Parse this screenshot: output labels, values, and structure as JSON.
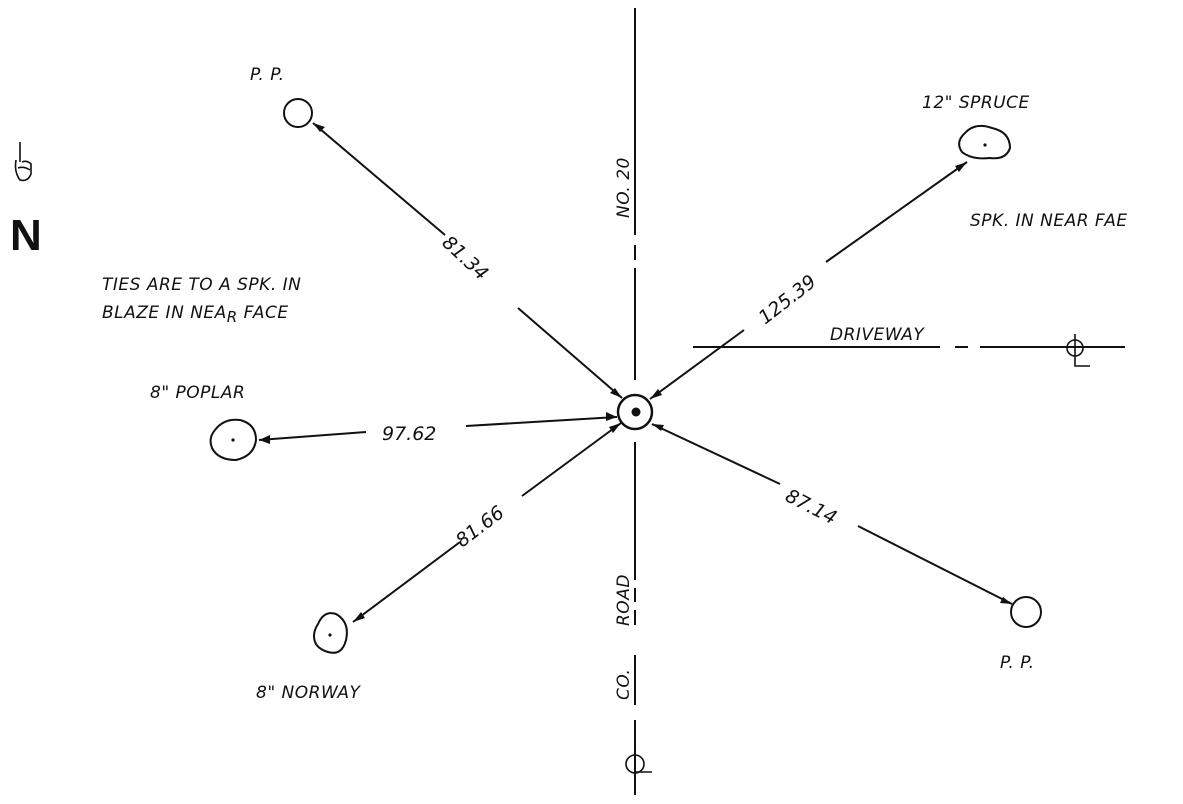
{
  "north": {
    "icon": "pointing-hand-icon",
    "letter": "N"
  },
  "notes": {
    "ties_line1": "TIES ARE TO A SPK. IN",
    "ties_line2": "BLAZE IN NEA",
    "ties_line2_sub": "R",
    "ties_line2_end": " FACE",
    "spk_note": "SPK. IN NEAR FAE"
  },
  "road": {
    "label_top": "NO. 20",
    "label_road": "ROAD",
    "label_co": "CO."
  },
  "driveway": {
    "label": "DRIVEWAY"
  },
  "objects": {
    "pp_nw": "P. P.",
    "spruce": "12\" SPRUCE",
    "poplar": "8\" POPLAR",
    "norway": "8\" NORWAY",
    "pp_se": "P. P."
  },
  "ties": {
    "pp_nw": "81.34",
    "spruce": "125.39",
    "poplar": "97.62",
    "norway": "81.66",
    "pp_se": "87.14"
  },
  "colors": {
    "ink": "#111111",
    "paper": "#ffffff"
  }
}
